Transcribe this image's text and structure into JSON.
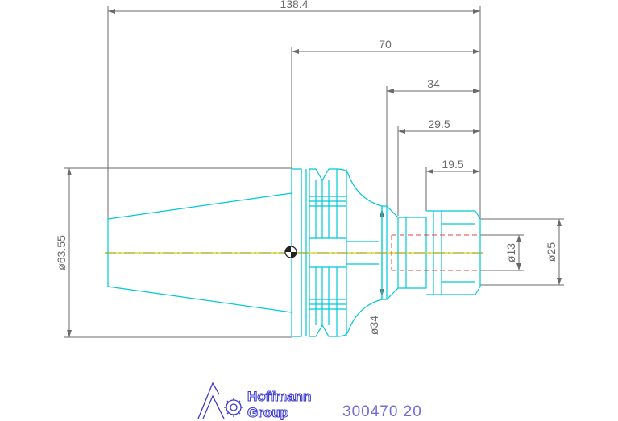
{
  "dimensions": {
    "overall_length": "138.4",
    "length_70": "70",
    "length_34": "34",
    "length_29_5": "29.5",
    "length_19_5": "19.5",
    "dia_63_55": "ø63.55",
    "dia_34": "ø34",
    "dia_13": "ø13",
    "dia_25": "ø25"
  },
  "logo": {
    "line1": "Hoffmann",
    "line2": "Group"
  },
  "part_number": "300470 20",
  "colors": {
    "outline": "#00c8d8",
    "dimension": "#6a6a6a",
    "centerline": "#d8d800",
    "hidden": "#e04040",
    "logo": "#3a3ad0",
    "part_number": "#6f6fd6"
  }
}
